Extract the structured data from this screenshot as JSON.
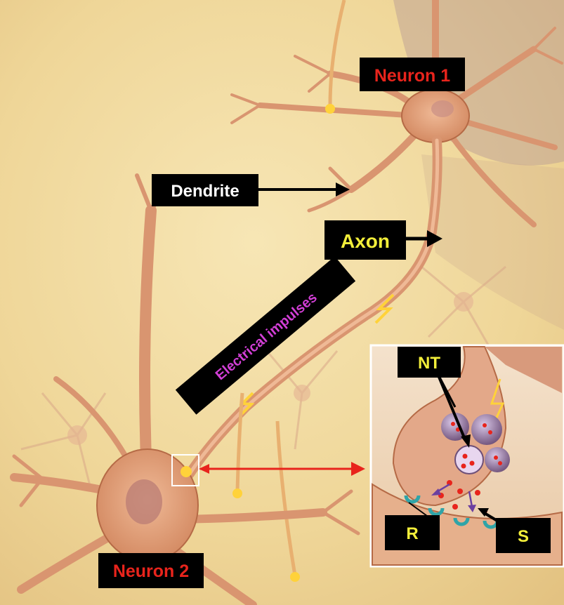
{
  "labels": {
    "neuron1": "Neuron 1",
    "neuron2": "Neuron 2",
    "dendrite": "Dendrite",
    "axon": "Axon",
    "impulses": "Electrical impulses",
    "nt": "NT",
    "r": "R",
    "s": "S"
  },
  "colors": {
    "background": "#f3dfa4",
    "neuron_body": "#e0a07a",
    "neuron_outline": "#b56a46",
    "label_box": "#000000",
    "neuron_label_text": "#e8241c",
    "dendrite_label_text": "#ffffff",
    "axon_label_text": "#f2ee3a",
    "impulse_label_text": "#d23fd6",
    "synapse_label_text": "#f2ee3a",
    "highlight_arrow": "#e8241c",
    "vesicle": "#8c6a8e",
    "receptor": "#2fa4a8",
    "impulse_glow": "#ffd23a"
  }
}
